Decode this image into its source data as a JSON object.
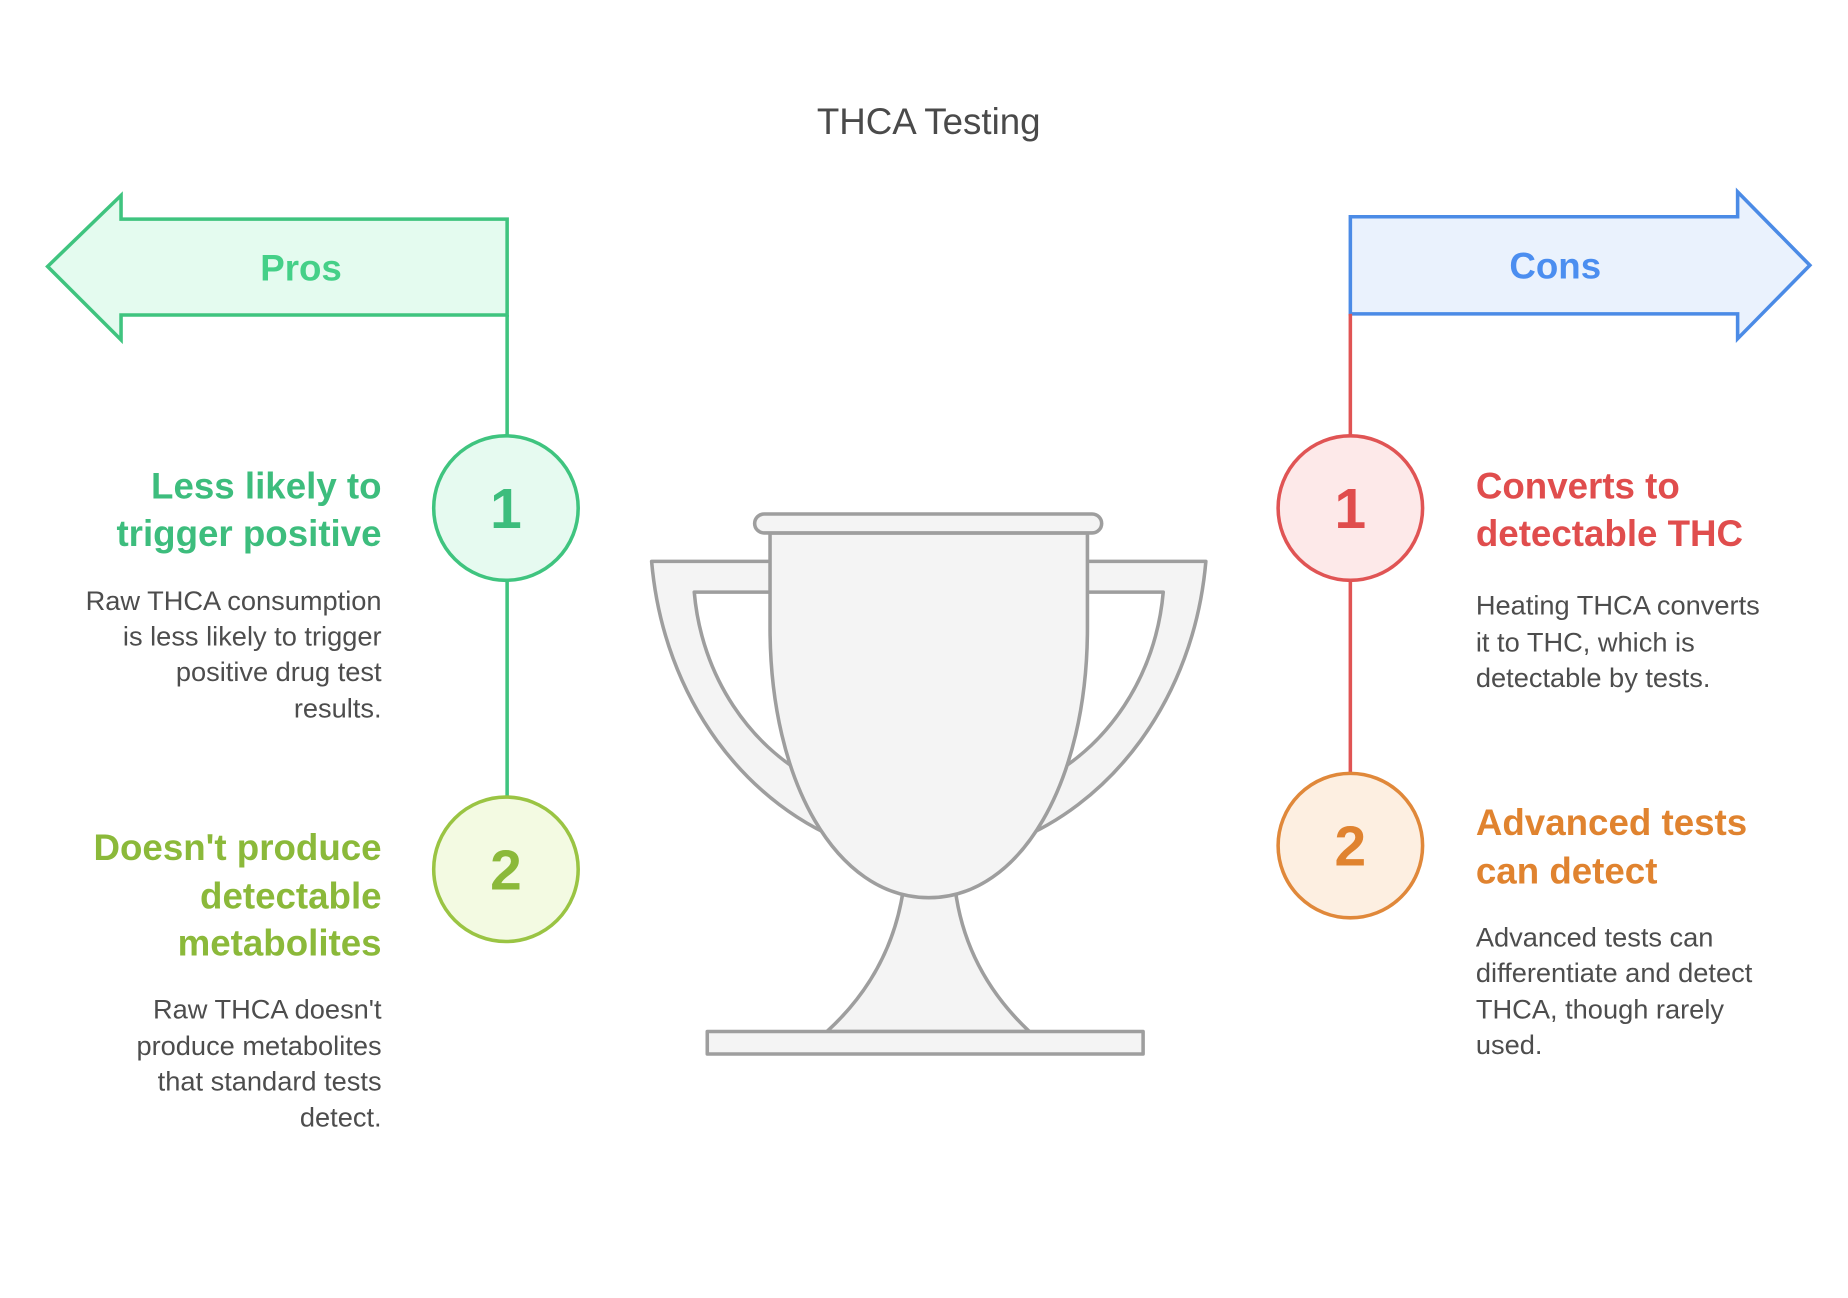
{
  "title": "THCA Testing",
  "pros": {
    "label": "Pros",
    "color": "#3fc47f",
    "items": [
      {
        "number": "1",
        "color": "#3dbd7d",
        "heading": [
          "Less likely to",
          "trigger positive"
        ],
        "description": [
          "Raw THCA consumption",
          "is less likely to trigger",
          "positive drug test",
          "results."
        ]
      },
      {
        "number": "2",
        "color": "#8bb93a",
        "heading": [
          "Doesn't produce",
          "detectable",
          "metabolites"
        ],
        "description": [
          "Raw THCA doesn't",
          "produce metabolites",
          "that standard tests",
          "detect."
        ]
      }
    ]
  },
  "cons": {
    "label": "Cons",
    "color": "#4b8be6",
    "items": [
      {
        "number": "1",
        "color": "#e04d4d",
        "heading": [
          "Converts to",
          "detectable THC"
        ],
        "description": [
          "Heating THCA converts",
          "it to THC, which is",
          "detectable by tests."
        ]
      },
      {
        "number": "2",
        "color": "#e0832f",
        "heading": [
          "Advanced tests",
          "can detect"
        ],
        "description": [
          "Advanced tests can",
          "differentiate and detect",
          "THCA, though rarely",
          "used."
        ]
      }
    ]
  },
  "center_icon": "trophy-icon"
}
